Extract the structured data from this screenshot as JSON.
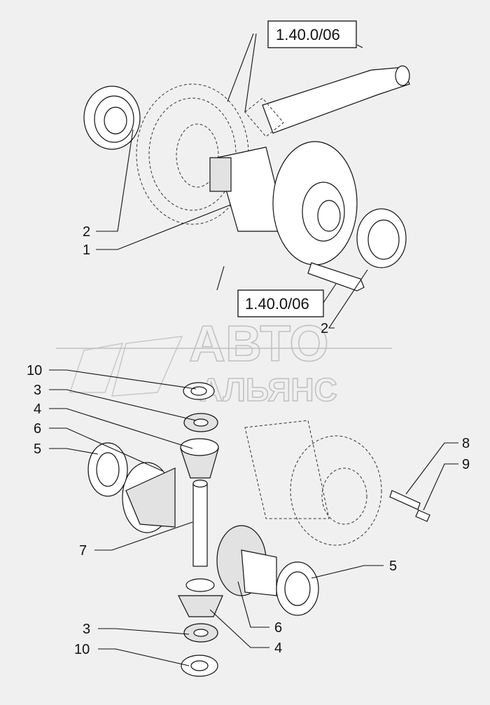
{
  "reference_labels": [
    "1.40.0/06",
    "1.40.0/06"
  ],
  "callouts": [
    "2",
    "1",
    "2",
    "10",
    "3",
    "4",
    "6",
    "5",
    "7",
    "3",
    "10",
    "6",
    "4",
    "5",
    "8",
    "9"
  ],
  "watermark": {
    "line1": "АВТО",
    "line2": "АЛЬЯНС"
  },
  "colors": {
    "background": "#f0f0f0",
    "ink": "#111111",
    "watermark": "#bdbdbd"
  }
}
